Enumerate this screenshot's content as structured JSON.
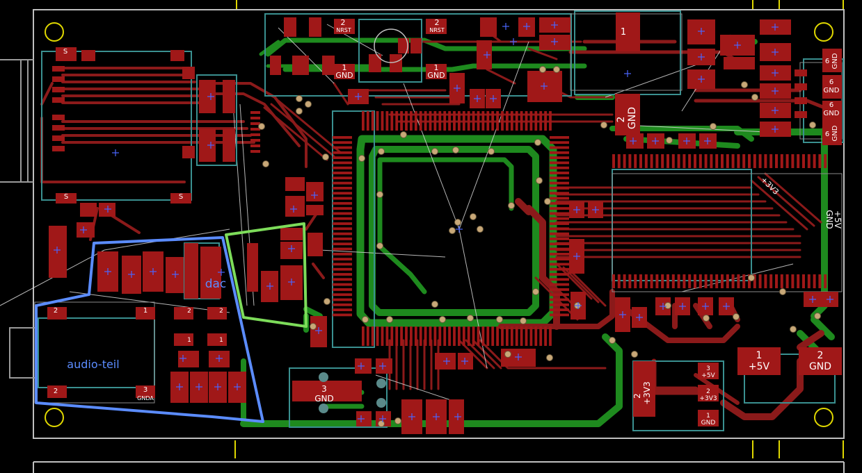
{
  "board": {
    "colors": {
      "background": "#000000",
      "top_copper": "#8b1a1a",
      "bottom_copper": "#1e8a1e",
      "outline": "#c0c0c0",
      "silkscreen": "#ffffff",
      "pads": "#a01818",
      "via": "#c8a878",
      "courtyard": "#3a9090",
      "hole_yellow": "#e0d800",
      "airwire": "#ffffff",
      "annot_blue": "#5b8cff",
      "annot_green": "#7ddc5a"
    },
    "annotations": {
      "dac": "dac",
      "audio": "audio-teil"
    },
    "labels": {
      "l_2_nrst_a": "2",
      "l_nrst_a": "NRST",
      "l_2_nrst_b": "2",
      "l_nrst_b": "NRST",
      "l_1_gnd_a": "1",
      "l_gnd_a": "GND",
      "l_1_gnd_b": "1",
      "l_gnd_b": "GND",
      "l_1_top_right": "1",
      "l_2_gnd_mid": "2",
      "l_gnd_mid": "GND",
      "l_6_gnd_1": "6",
      "l_gnd_r1": "GND",
      "l_6_gnd_2": "6",
      "l_gnd_r2": "GND",
      "l_6_gnd_3": "6",
      "l_gnd_r3": "GND",
      "l_6_gnd_4": "6",
      "l_gnd_r4": "GND",
      "l_gnd_rail": "GND",
      "l_5v_rail": "+5V",
      "l_3v3_rail": "+3V3",
      "l_3_gnd": "3",
      "l_gnd_bottom": "GND",
      "l_2_3v3": "2",
      "l_3v3_vert": "+3V3",
      "l_1_5v": "1",
      "l_5v_big": "+5V",
      "l_2_gnd_big": "2",
      "l_gnd_big": "GND",
      "l_3_5v_small": "3",
      "l_5v_small": "+5V",
      "l_2_3v3_small": "2",
      "l_3v3_small": "+3V3",
      "l_1_gnd_small": "1",
      "l_gnd_small": "GND",
      "l_s_1": "S",
      "l_s_2": "S",
      "l_s_3": "S",
      "l_2_aud_1": "2",
      "l_1_aud_1": "1",
      "l_2_aud_2": "2",
      "l_3_aud": "3",
      "l_gnda": "GNDA",
      "l_2_dac_1": "2",
      "l_2_dac_2": "2",
      "l_1_dac_1": "1",
      "l_1_dac_2": "1"
    }
  }
}
